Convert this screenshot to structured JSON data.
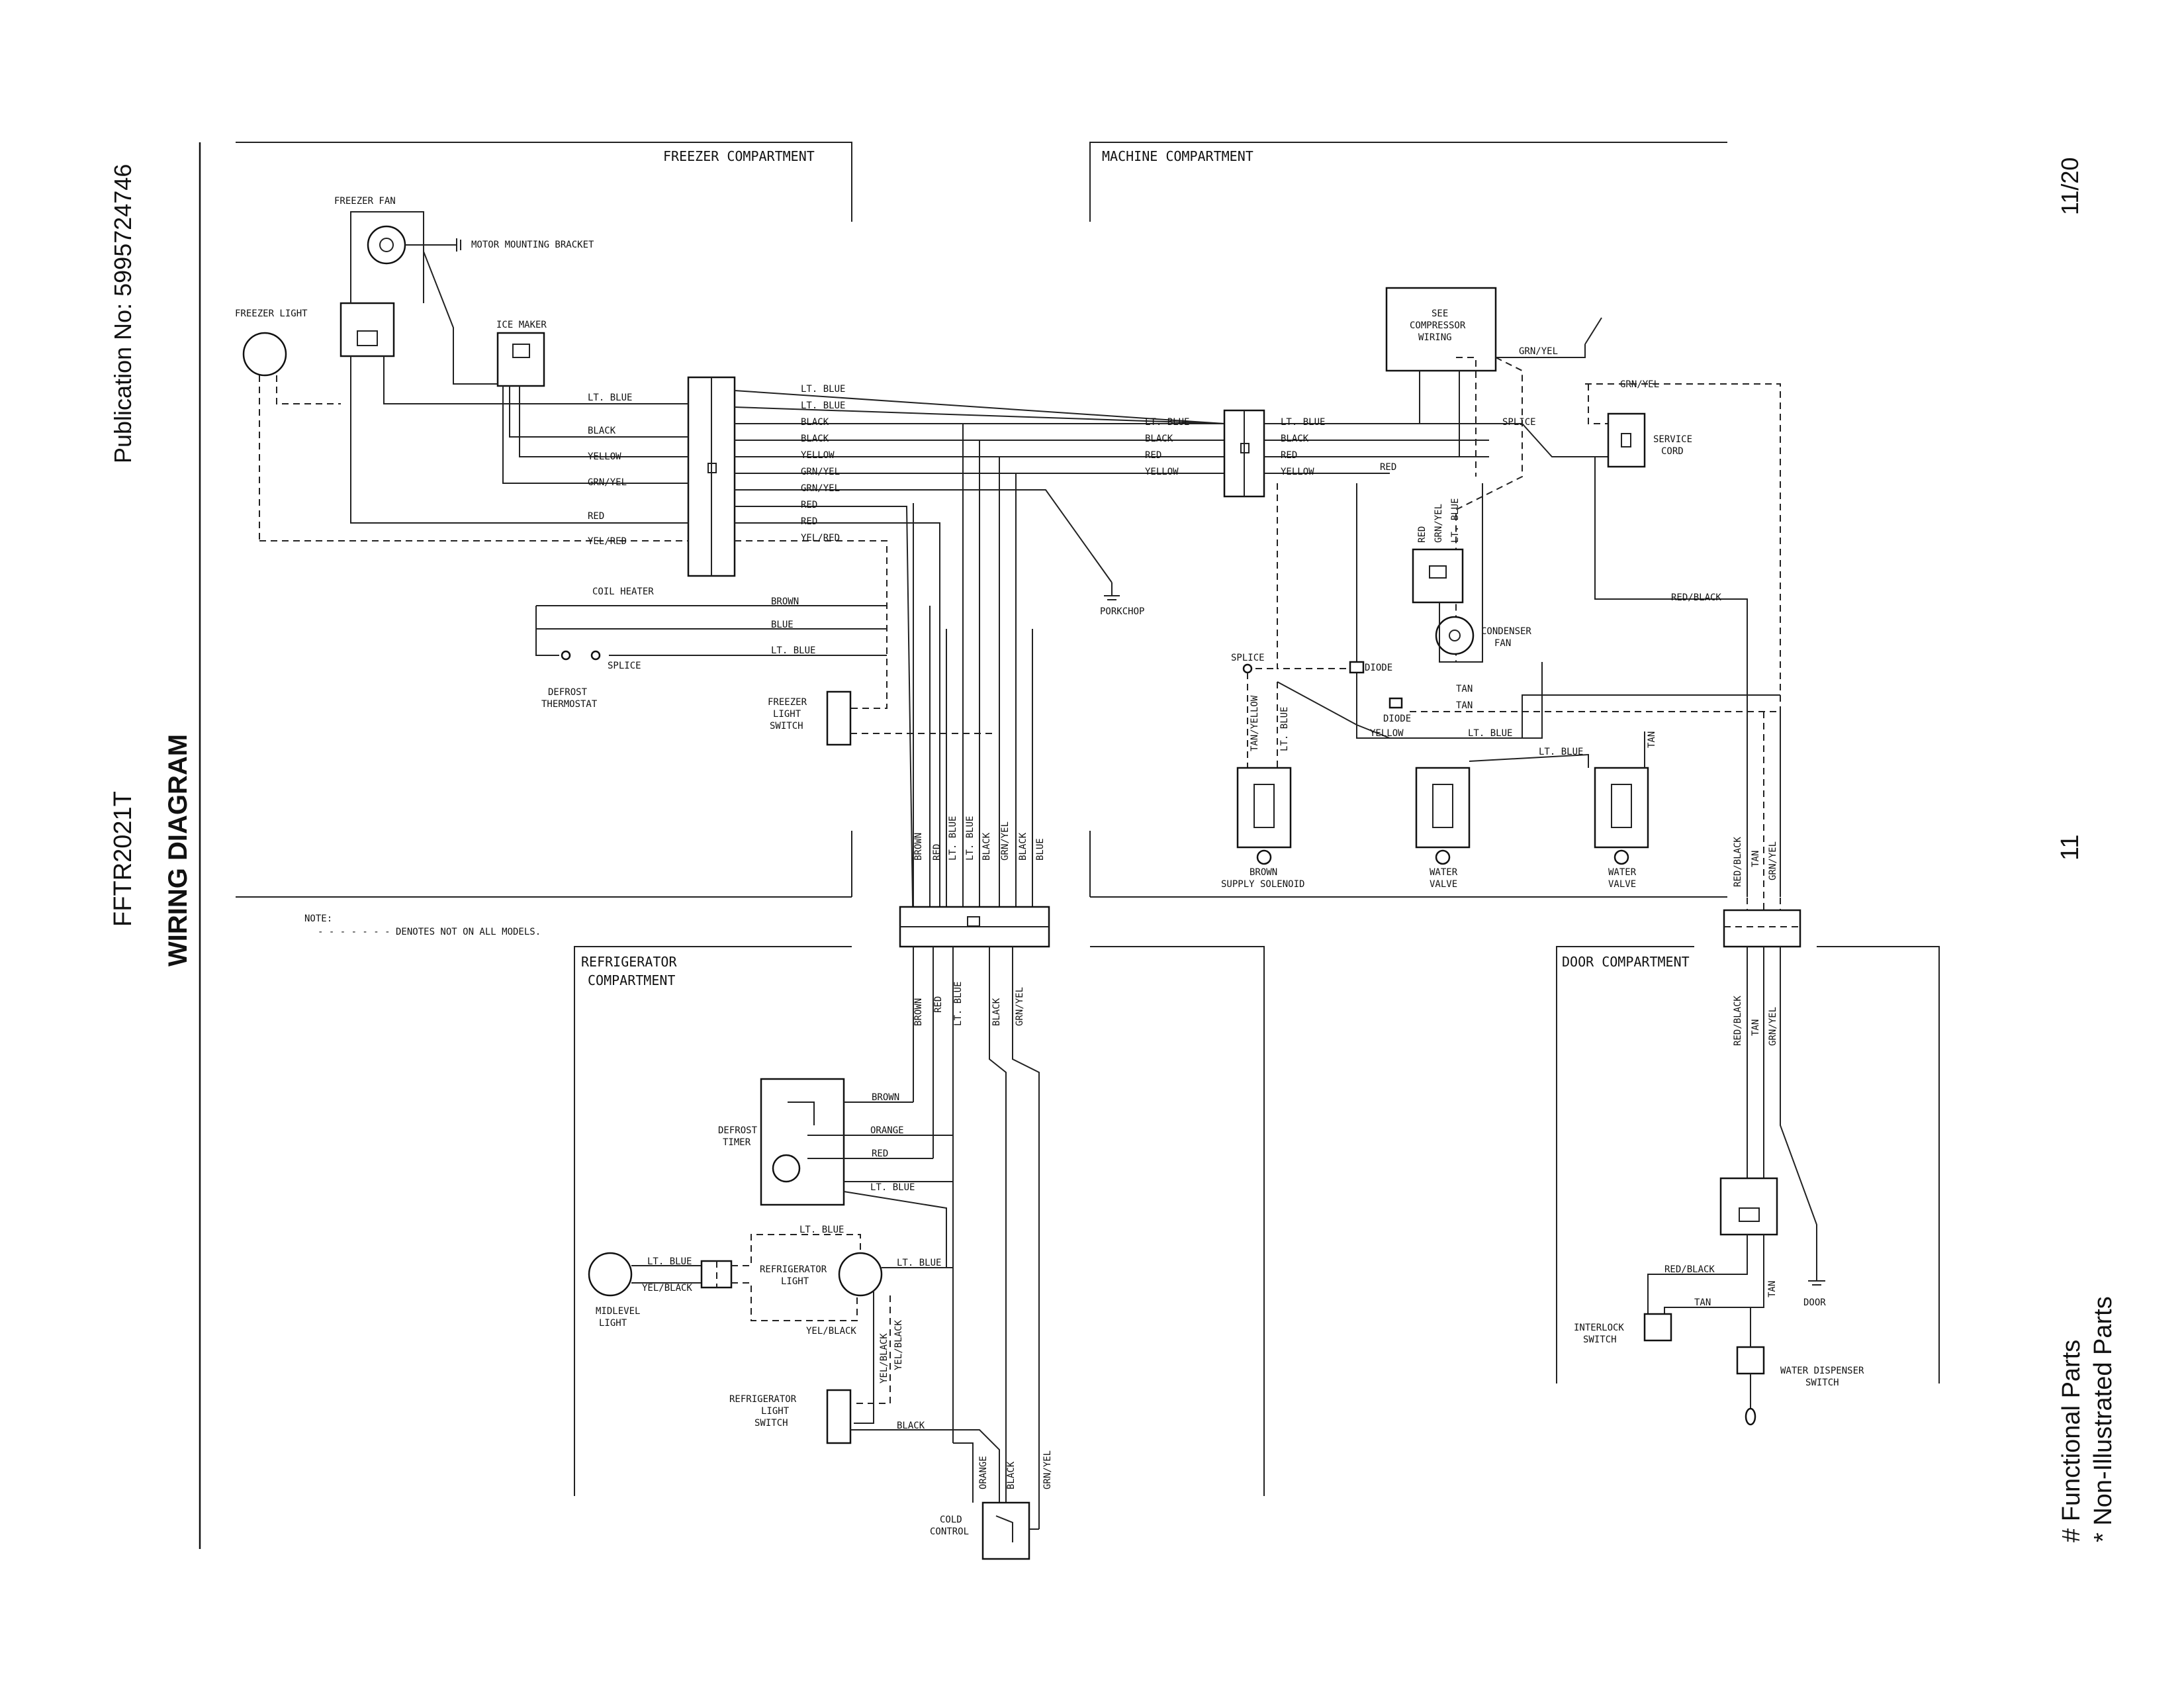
{
  "side": {
    "publication": "Publication No:  5995724746",
    "model": "FFTR2021T",
    "title": "WIRING DIAGRAM",
    "date": "11/20",
    "page": "11",
    "legend_functional": "# Functional Parts",
    "legend_nonillustrated": "* Non-Illustrated Parts"
  },
  "compartments": {
    "freezer": "FREEZER COMPARTMENT",
    "machine": "MACHINE COMPARTMENT",
    "refrigerator_1": "REFRIGERATOR",
    "refrigerator_2": "COMPARTMENT",
    "door": "DOOR COMPARTMENT"
  },
  "note": {
    "label": "NOTE:",
    "text": "- - - - - - - DENOTES NOT ON ALL MODELS."
  },
  "components": {
    "freezer_fan": "FREEZER FAN",
    "motor_bracket": "MOTOR MOUNTING BRACKET",
    "freezer_light": "FREEZER LIGHT",
    "ice_maker": "ICE MAKER",
    "coil_heater": "COIL HEATER",
    "splice": "SPLICE",
    "defrost_thermostat_1": "DEFROST",
    "defrost_thermostat_2": "THERMOSTAT",
    "freezer_light_switch_1": "FREEZER",
    "freezer_light_switch_2": "LIGHT",
    "freezer_light_switch_3": "SWITCH",
    "porkchop": "PORKCHOP",
    "see_comp_1": "SEE",
    "see_comp_2": "COMPRESSOR",
    "see_comp_3": "WIRING",
    "service_cord_1": "SERVICE",
    "service_cord_2": "CORD",
    "condenser_fan_1": "CONDENSER",
    "condenser_fan_2": "FAN",
    "diode": "DIODE",
    "brown_solenoid_1": "BROWN",
    "brown_solenoid_2": "SUPPLY SOLENOID",
    "water_valve_1": "WATER",
    "water_valve_2": "VALVE",
    "defrost_timer_1": "DEFROST",
    "defrost_timer_2": "TIMER",
    "midlevel_light_1": "MIDLEVEL",
    "midlevel_light_2": "LIGHT",
    "refrigerator_light_1": "REFRIGERATOR",
    "refrigerator_light_2": "LIGHT",
    "refrigerator_light_switch_1": "REFRIGERATOR",
    "refrigerator_light_switch_2": "LIGHT",
    "refrigerator_light_switch_3": "SWITCH",
    "cold_control_1": "COLD",
    "cold_control_2": "CONTROL",
    "interlock_switch_1": "INTERLOCK",
    "interlock_switch_2": "SWITCH",
    "water_dispenser_switch_1": "WATER DISPENSER",
    "water_dispenser_switch_2": "SWITCH",
    "door": "DOOR"
  },
  "wires": {
    "lt_blue": "LT. BLUE",
    "black": "BLACK",
    "yellow": "YELLOW",
    "grn_yel": "GRN/YEL",
    "red": "RED",
    "yel_red": "YEL/RED",
    "brown": "BROWN",
    "blue": "BLUE",
    "orange": "ORANGE",
    "yel_black": "YEL/BLACK",
    "red_black": "RED/BLACK",
    "tan": "TAN",
    "tan_yellow": "TAN/YELLOW"
  }
}
